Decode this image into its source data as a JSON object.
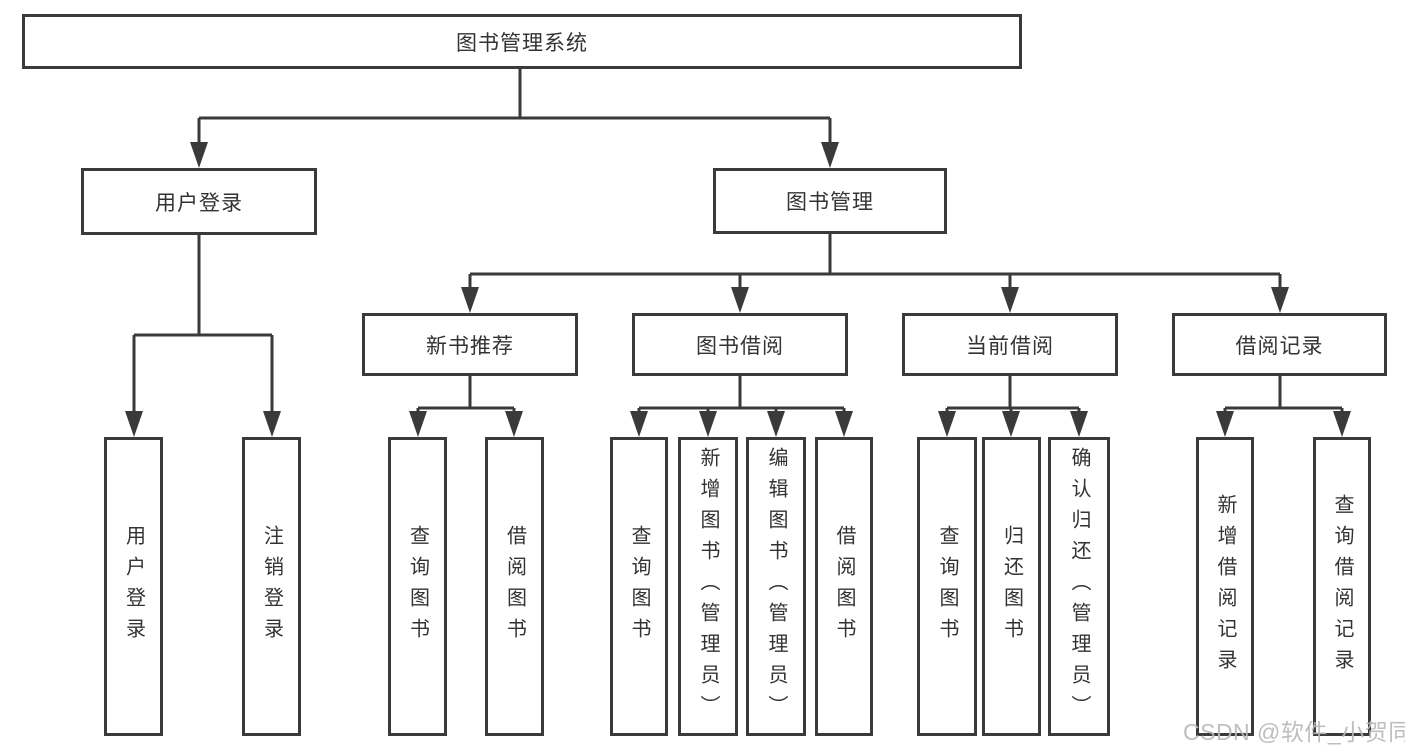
{
  "diagram": {
    "title": "图书管理系统",
    "level2": {
      "user_login": "用户登录",
      "book_management": "图书管理"
    },
    "level3": {
      "new_book_recommend": "新书推荐",
      "book_borrow": "图书借阅",
      "current_borrow": "当前借阅",
      "borrow_records": "借阅记录"
    },
    "leaves": {
      "user_login": "用户登录",
      "logout": "注销登录",
      "query_books_1": "查询图书",
      "borrow_books_1": "借阅图书",
      "query_books_2": "查询图书",
      "add_books_admin": "新增图书（管理员）",
      "edit_books_admin": "编辑图书（管理员）",
      "borrow_books_2": "借阅图书",
      "query_books_3": "查询图书",
      "return_books": "归还图书",
      "confirm_return_admin": "确认归还（管理员）",
      "add_borrow_record": "新增借阅记录",
      "query_borrow_record": "查询借阅记录"
    },
    "watermark": "CSDN @软件_小贺同学",
    "colors": {
      "line": "#3a3a3a",
      "text": "#333333",
      "watermark": "#b9b9b9",
      "background": "#ffffff"
    }
  }
}
